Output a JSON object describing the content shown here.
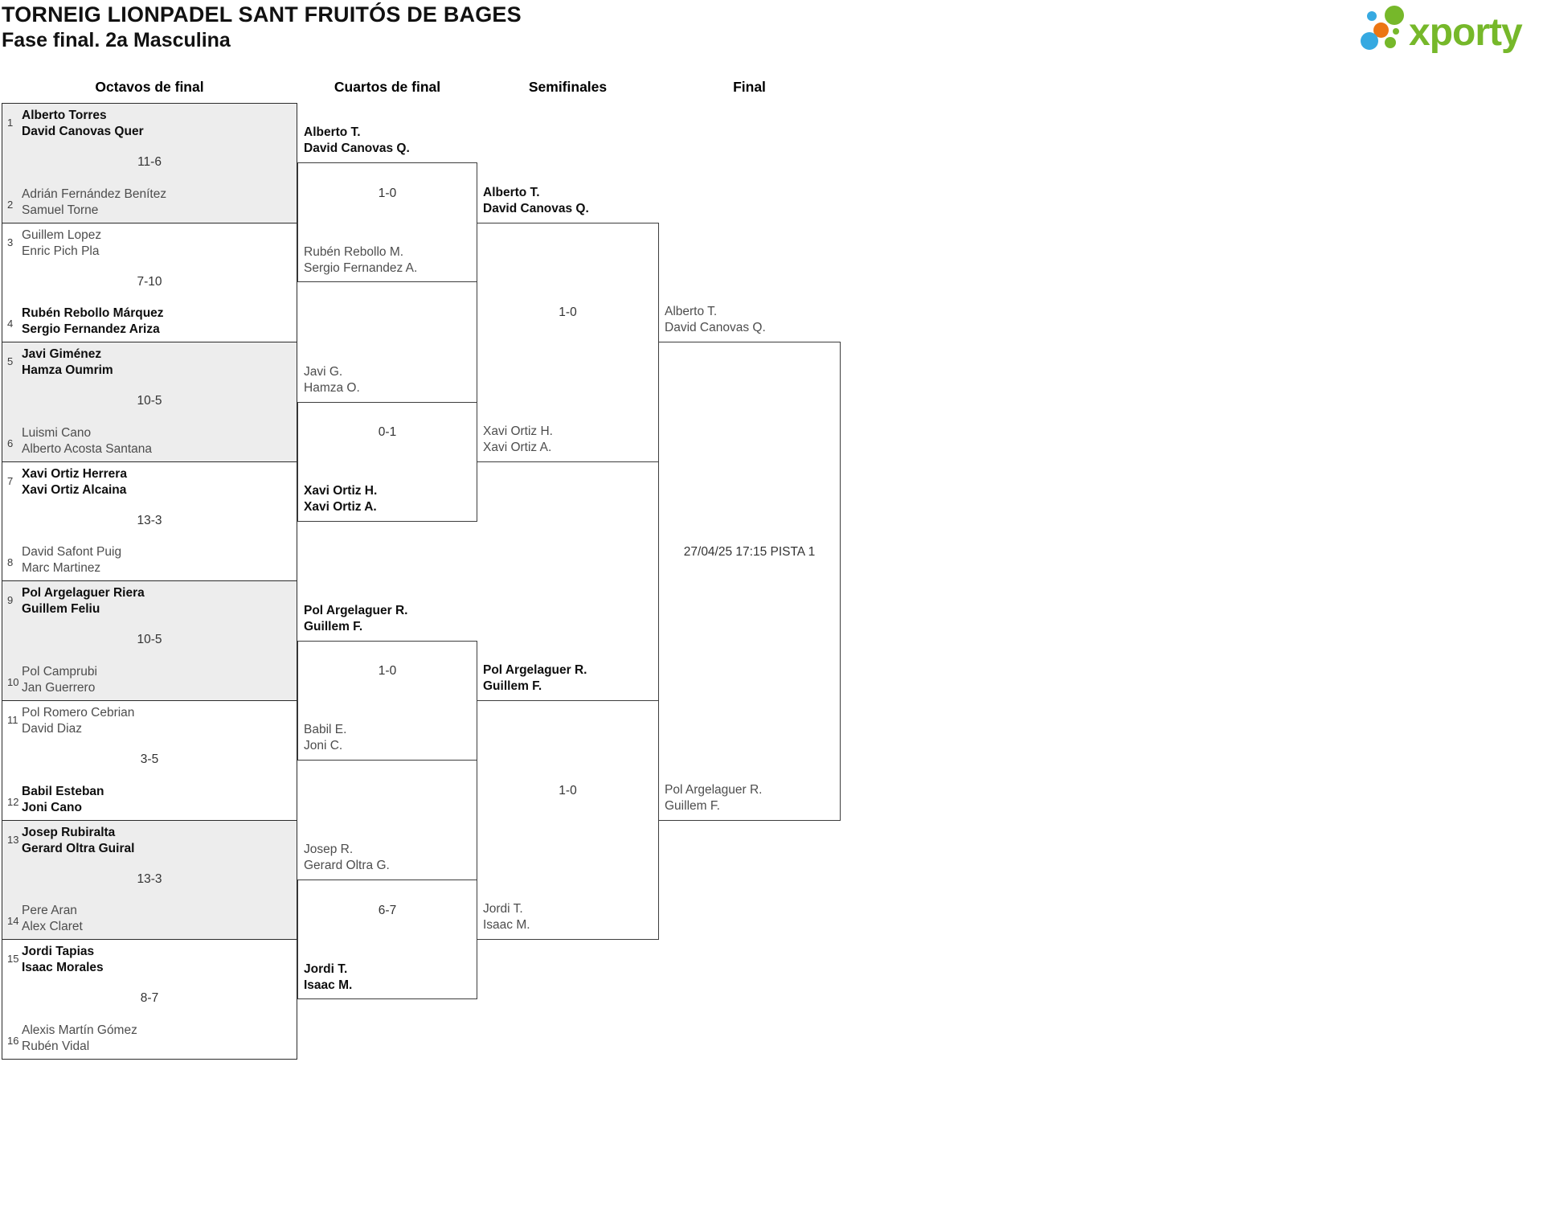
{
  "header": {
    "title": "TORNEIG LIONPADEL SANT FRUITÓS DE BAGES",
    "subtitle": "Fase final. 2a Masculina",
    "logo_text": "xporty",
    "logo_colors": {
      "green": "#76b82a",
      "blue": "#36a9e1",
      "orange": "#ec7613"
    }
  },
  "round_headers": [
    "Octavos de final",
    "Cuartos de final",
    "Semifinales",
    "Final"
  ],
  "octavos": [
    {
      "seed_top": "1",
      "top": [
        "Alberto Torres",
        "David Canovas Quer"
      ],
      "seed_bottom": "2",
      "bottom": [
        "Adrián Fernández Benítez",
        "Samuel Torne"
      ],
      "score": "11-6",
      "winner": "top"
    },
    {
      "seed_top": "3",
      "top": [
        "Guillem Lopez",
        "Enric Pich Pla"
      ],
      "seed_bottom": "4",
      "bottom": [
        "Rubén Rebollo Márquez",
        "Sergio Fernandez Ariza"
      ],
      "score": "7-10",
      "winner": "bottom"
    },
    {
      "seed_top": "5",
      "top": [
        "Javi Giménez",
        "Hamza Oumrim"
      ],
      "seed_bottom": "6",
      "bottom": [
        "Luismi Cano",
        "Alberto Acosta Santana"
      ],
      "score": "10-5",
      "winner": "top"
    },
    {
      "seed_top": "7",
      "top": [
        "Xavi Ortiz Herrera",
        "Xavi Ortiz Alcaina"
      ],
      "seed_bottom": "8",
      "bottom": [
        "David Safont Puig",
        "Marc Martinez"
      ],
      "score": "13-3",
      "winner": "top"
    },
    {
      "seed_top": "9",
      "top": [
        "Pol Argelaguer Riera",
        "Guillem Feliu"
      ],
      "seed_bottom": "10",
      "bottom": [
        "Pol Camprubi",
        "Jan Guerrero"
      ],
      "score": "10-5",
      "winner": "top"
    },
    {
      "seed_top": "11",
      "top": [
        "Pol Romero Cebrian",
        "David Diaz"
      ],
      "seed_bottom": "12",
      "bottom": [
        "Babil Esteban",
        "Joni Cano"
      ],
      "score": "3-5",
      "winner": "bottom"
    },
    {
      "seed_top": "13",
      "top": [
        "Josep Rubiralta",
        "Gerard Oltra Guiral"
      ],
      "seed_bottom": "14",
      "bottom": [
        "Pere Aran",
        "Alex Claret"
      ],
      "score": "13-3",
      "winner": "top"
    },
    {
      "seed_top": "15",
      "top": [
        "Jordi Tapias",
        "Isaac Morales"
      ],
      "seed_bottom": "16",
      "bottom": [
        "Alexis Martín Gómez",
        "Rubén Vidal"
      ],
      "score": "8-7",
      "winner": "top"
    }
  ],
  "cuartos": [
    {
      "top": [
        "Alberto T.",
        "David Canovas Q."
      ],
      "bottom": [
        "Rubén Rebollo M.",
        "Sergio Fernandez A."
      ],
      "score": "1-0",
      "winner": "top"
    },
    {
      "top": [
        "Javi G.",
        "Hamza O."
      ],
      "bottom": [
        "Xavi Ortiz H.",
        "Xavi Ortiz A."
      ],
      "score": "0-1",
      "winner": "bottom"
    },
    {
      "top": [
        "Pol Argelaguer R.",
        "Guillem F."
      ],
      "bottom": [
        "Babil E.",
        "Joni C."
      ],
      "score": "1-0",
      "winner": "top"
    },
    {
      "top": [
        "Josep R.",
        "Gerard Oltra G."
      ],
      "bottom": [
        "Jordi T.",
        "Isaac M."
      ],
      "score": "6-7",
      "winner": "bottom"
    }
  ],
  "semifinales": [
    {
      "top": [
        "Alberto T.",
        "David Canovas Q."
      ],
      "bottom": [
        "Xavi Ortiz H.",
        "Xavi Ortiz A."
      ],
      "score": "1-0",
      "winner": "top"
    },
    {
      "top": [
        "Pol Argelaguer R.",
        "Guillem F."
      ],
      "bottom": [
        "Jordi T.",
        "Isaac M."
      ],
      "score": "1-0",
      "winner": "top"
    }
  ],
  "final": {
    "top": [
      "Alberto T.",
      "David Canovas Q."
    ],
    "bottom": [
      "Pol Argelaguer R.",
      "Guillem F."
    ],
    "schedule": "27/04/25 17:15 PISTA 1",
    "winner": ""
  }
}
